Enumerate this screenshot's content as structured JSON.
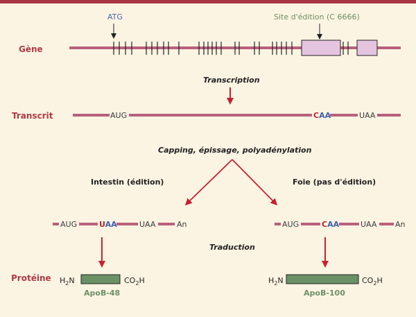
{
  "labels": {
    "gene": "Gène",
    "transcript": "Transcrit",
    "protein": "Protéine"
  },
  "gene": {
    "atg_label": "ATG",
    "edit_site_label": "Site d'édition (C 6666)"
  },
  "steps": {
    "transcription": "Transcription",
    "processing": "Capping, épissage, polyadénylation",
    "translation": "Traduction"
  },
  "transcript": {
    "start": "AUG",
    "codon_first": "C",
    "codon_rest": "AA",
    "stop": "UAA"
  },
  "intestin": {
    "title": "Intestin (édition)",
    "start": "AUG",
    "codon_first": "U",
    "codon_rest": "AA",
    "stop": "UAA",
    "tail": "An",
    "protein": "ApoB-48"
  },
  "liver": {
    "title": "Foie (pas d'édition)",
    "start": "AUG",
    "codon_first": "C",
    "codon_rest": "AA",
    "stop": "UAA",
    "tail": "An",
    "protein": "ApoB-100"
  },
  "termini": {
    "n_main": "H",
    "n_sub": "2",
    "n_end": "N",
    "c_start": "CO",
    "c_sub": "2",
    "c_end": "H"
  },
  "colors": {
    "background": "#fcf4e3",
    "strand": "#b8607c",
    "exon_fill": "#e4c4df",
    "arrow_red": "#c8202f",
    "protein_fill": "#6b9167",
    "codon_blue": "#3c62a8",
    "label_red": "#b03a47"
  }
}
